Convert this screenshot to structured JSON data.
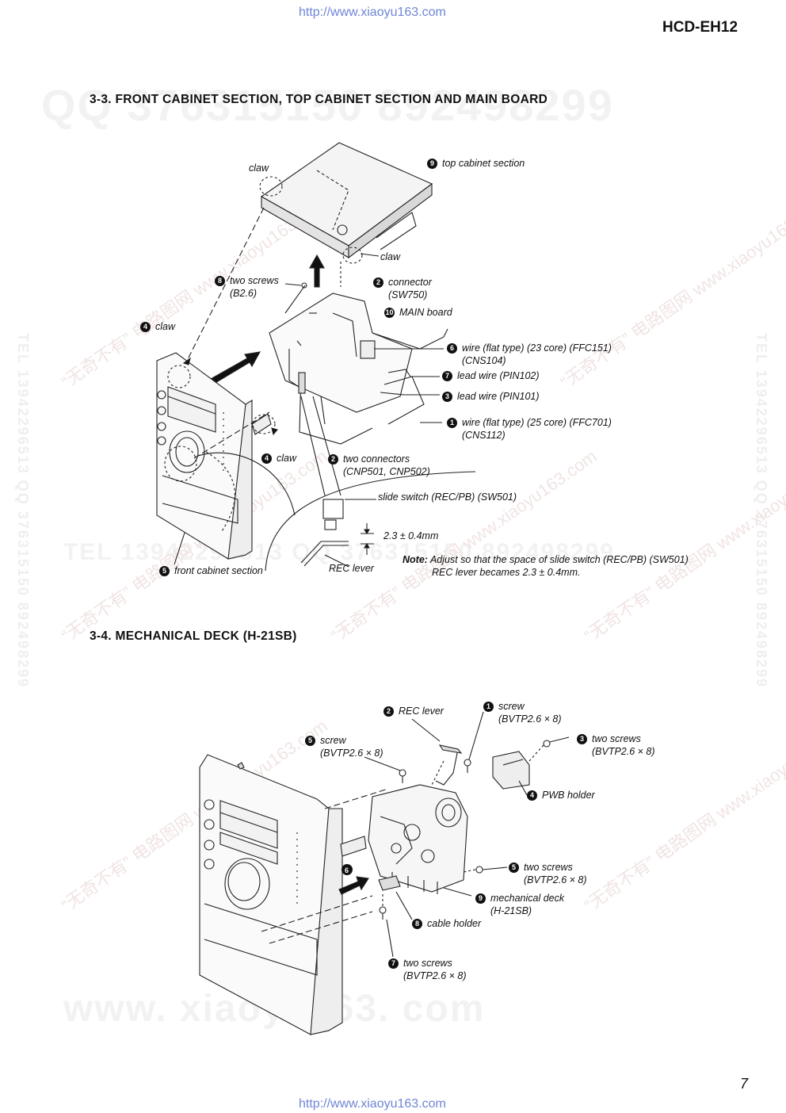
{
  "header": {
    "url_top": "http://www.xiaoyu163.com",
    "model": "HCD-EH12"
  },
  "watermarks": {
    "qq_line": "QQ 376315150   892498299",
    "tel_line": "TEL 13942296513   QQ 376315150   892498299",
    "site_big": "www. xiaoyu163. com",
    "side_left": "TEL 13942296513 QQ 376315150 892498299",
    "side_right": "TEL 13942296513 QQ 376315150 892498299",
    "diag": "“无奇不有” 电路图网  www.xiaoyu163.com"
  },
  "section1": {
    "title": "3-3.  FRONT CABINET SECTION, TOP CABINET SECTION AND MAIN BOARD",
    "labels": {
      "claw_top": "claw",
      "top_cabinet": "top cabinet section",
      "claw_right": "claw",
      "two_screws": "two screws",
      "two_screws_sub": "(B2.6)",
      "connector": "connector",
      "connector_sub": "(SW750)",
      "main_board": "MAIN board",
      "claw_left": "claw",
      "wire_ffc151": "wire (flat type) (23 core) (FFC151)",
      "wire_ffc151_sub": "(CNS104)",
      "lead_pin102": "lead wire (PIN102)",
      "lead_pin101": "lead wire (PIN101)",
      "wire_ffc701": "wire (flat type) (25 core) (FFC701)",
      "wire_ffc701_sub": "(CNS112)",
      "claw_bottom": "claw",
      "two_connectors": "two connectors",
      "two_connectors_sub": "(CNP501, CNP502)",
      "slide_switch": "slide switch (REC/PB) (SW501)",
      "gap": "2.3 ± 0.4mm",
      "rec_lever": "REC lever",
      "front_cabinet": "front cabinet section"
    },
    "note_label": "Note:",
    "note_line1": "Adjust so that the space of slide switch (REC/PB) (SW501)",
    "note_line2": "REC lever becames 2.3 ± 0.4mm."
  },
  "section2": {
    "title": "3-4.   MECHANICAL  DECK (H-21SB)",
    "labels": {
      "screw1": "screw",
      "screw1_sub": "(BVTP2.6 × 8)",
      "rec_lever": "REC lever",
      "two_screws3": "two screws",
      "two_screws3_sub": "(BVTP2.6 × 8)",
      "screw5": "screw",
      "screw5_sub": "(BVTP2.6 × 8)",
      "pwb_holder": "PWB holder",
      "two_screws5": "two screws",
      "two_screws5_sub": "(BVTP2.6 × 8)",
      "mech_deck": "mechanical deck",
      "mech_deck_sub": "(H-21SB)",
      "cable_holder": "cable holder",
      "two_screws7": "two screws",
      "two_screws7_sub": "(BVTP2.6 × 8)"
    }
  },
  "footer": {
    "page_number": "7",
    "url_bottom": "http://www.xiaoyu163.com"
  }
}
